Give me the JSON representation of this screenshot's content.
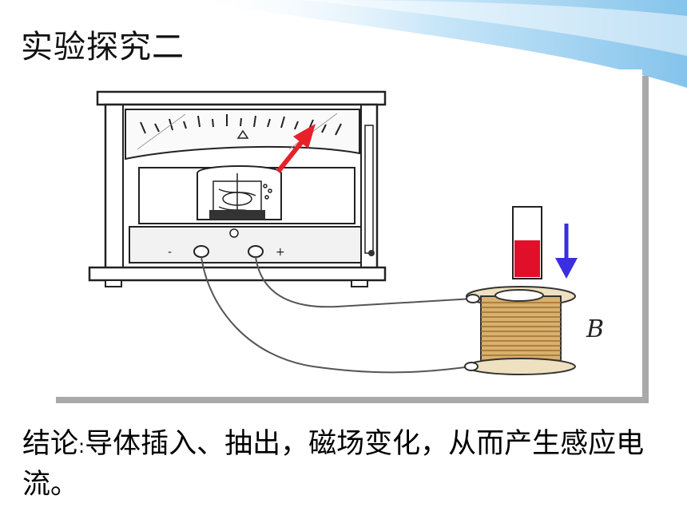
{
  "title": "实验探究二",
  "figure": {
    "coil_label": "B",
    "meter_minus": "-",
    "meter_plus": "+"
  },
  "conclusion": {
    "label": "结论",
    "separator": ":",
    "text": "导体插入、抽出，磁场变化，从而产生感应电流。"
  },
  "colors": {
    "arrow_red": "#e8202a",
    "arrow_blue": "#3a2ee0",
    "magnet_red": "#e0102a",
    "coil_wire": "#c89a55",
    "wave_blue": "#9fd0f0"
  }
}
